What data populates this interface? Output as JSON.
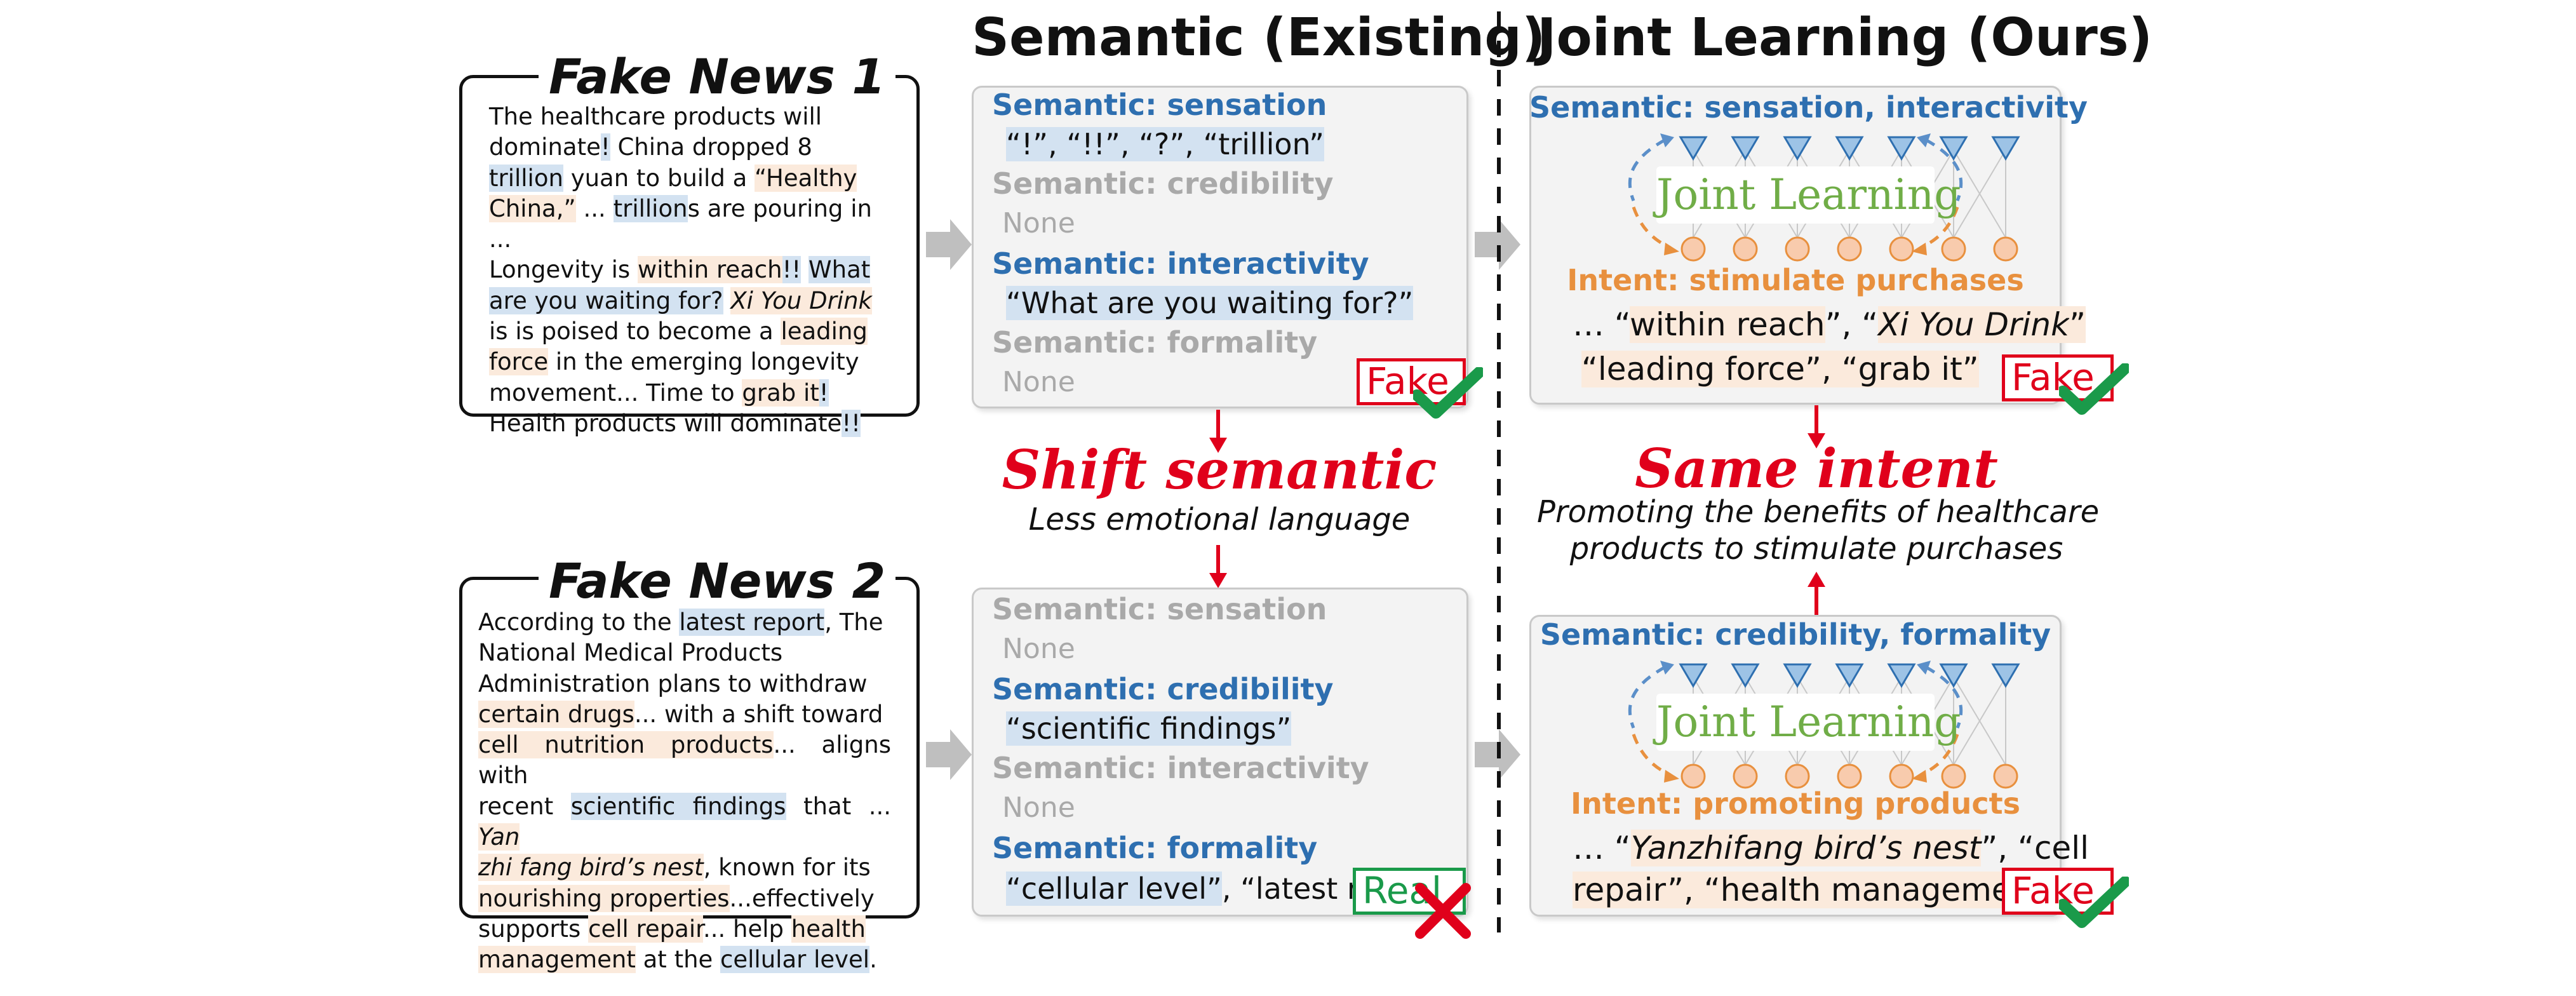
{
  "news1": {
    "title": "Fake News 1",
    "lines": [
      [
        {
          "t": "The healthcare products will"
        }
      ],
      [
        {
          "t": "dominate"
        },
        {
          "t": "!",
          "hl": "b"
        },
        {
          "t": " China dropped 8"
        }
      ],
      [
        {
          "t": "trillion",
          "hl": "b"
        },
        {
          "t": " yuan to build a "
        },
        {
          "t": "“Healthy",
          "hl": "o"
        }
      ],
      [
        {
          "t": "China,”",
          "hl": "o"
        },
        {
          "t": " ... "
        },
        {
          "t": "trillion",
          "hl": "b"
        },
        {
          "t": "s are pouring in ..."
        }
      ],
      [
        {
          "t": "Longevity is "
        },
        {
          "t": "within reach",
          "hl": "o"
        },
        {
          "t": "!!",
          "hl": "b"
        },
        {
          "t": " "
        },
        {
          "t": "What",
          "hl": "b"
        }
      ],
      [
        {
          "t": "are you waiting for?",
          "hl": "b"
        },
        {
          "t": " "
        },
        {
          "t": "Xi You Drink",
          "hl": "o",
          "i": true
        }
      ],
      [
        {
          "t": "is is poised to become a "
        },
        {
          "t": "leading",
          "hl": "o"
        }
      ],
      [
        {
          "t": "force",
          "hl": "o"
        },
        {
          "t": " in the emerging longevity"
        }
      ],
      [
        {
          "t": "movement... Time to "
        },
        {
          "t": "grab it",
          "hl": "o"
        },
        {
          "t": "!",
          "hl": "b"
        }
      ],
      [
        {
          "t": "Health products will dominate"
        },
        {
          "t": "!!",
          "hl": "b"
        }
      ]
    ]
  },
  "news2": {
    "title": "Fake News 2",
    "lines": [
      [
        {
          "t": "According to the "
        },
        {
          "t": "latest report",
          "hl": "b"
        },
        {
          "t": ", The"
        }
      ],
      [
        {
          "t": "National Medical Products"
        }
      ],
      [
        {
          "t": "Administration plans to withdraw"
        }
      ],
      [
        {
          "t": "certain drugs",
          "hl": "o"
        },
        {
          "t": "... with a shift toward"
        }
      ],
      [
        {
          "t": "cell nutrition products",
          "hl": "o"
        },
        {
          "t": "... aligns with"
        }
      ],
      [
        {
          "t": "recent "
        },
        {
          "t": "scientific findings",
          "hl": "b"
        },
        {
          "t": " that ... "
        },
        {
          "t": "Yan",
          "hl": "o",
          "i": true
        }
      ],
      [
        {
          "t": "zhi fang bird’s nest",
          "hl": "o",
          "i": true
        },
        {
          "t": ", known for its"
        }
      ],
      [
        {
          "t": "nourishing properties",
          "hl": "o"
        },
        {
          "t": "...effectively"
        }
      ],
      [
        {
          "t": "supports "
        },
        {
          "t": "cell repair",
          "hl": "o"
        },
        {
          "t": "... help "
        },
        {
          "t": "health",
          "hl": "o"
        }
      ],
      [
        {
          "t": "management",
          "hl": "o"
        },
        {
          "t": " at the "
        },
        {
          "t": "cellular level",
          "hl": "b"
        },
        {
          "t": "."
        }
      ]
    ]
  },
  "headings": {
    "existing": "Semantic (Existing)",
    "ours": "Joint Learning (Ours)"
  },
  "existing_top": {
    "sem1": "Semantic: sensation",
    "val1": [
      "“!”, “!!”, “?”, “trillion”"
    ],
    "sem2": "Semantic: credibility",
    "val2": "None",
    "sem3": "Semantic: interactivity",
    "val3": "“What are you waiting for?”",
    "sem4": "Semantic: formality",
    "val4": "None",
    "verdict": "Fake"
  },
  "existing_bottom": {
    "sem1": "Semantic: sensation",
    "val1": "None",
    "sem2": "Semantic: credibility",
    "val2": "“scientific findings”",
    "sem3": "Semantic: interactivity",
    "val3": "None",
    "sem4": "Semantic: formality",
    "val4a": "“cellular level”",
    "val4b": ", “latest report”",
    "verdict": "Real"
  },
  "shift": {
    "title": "Shift semantic",
    "subtitle": "Less emotional language"
  },
  "ours_top": {
    "semantic": "Semantic: sensation, interactivity",
    "joint": "Joint Learning",
    "intent": "Intent: stimulate purchases",
    "out1a": "… “",
    "out1b": "within reach",
    "out1c": "”, “",
    "out1d": "Xi You Drink",
    "out1e": "”",
    "out2": "“leading force”,   “grab it”",
    "verdict": "Fake"
  },
  "same_intent": {
    "title": "Same intent",
    "line1": "Promoting the benefits of healthcare",
    "line2": "products to stimulate purchases"
  },
  "ours_bottom": {
    "semantic": "Semantic: credibility, formality",
    "joint": "Joint Learning",
    "intent": "Intent: promoting products",
    "out1a": "… “",
    "out1b": "Yanzhifang bird’s nest",
    "out1c": "”, “cell",
    "out2": "repair”, “health management”",
    "verdict": "Fake"
  },
  "colors": {
    "semantic_blue": "#2e6fb0",
    "intent_orange": "#e8903e",
    "joint_green": "#70ad47",
    "alert_red": "#e0001b",
    "real_green": "#1a9a4a"
  }
}
